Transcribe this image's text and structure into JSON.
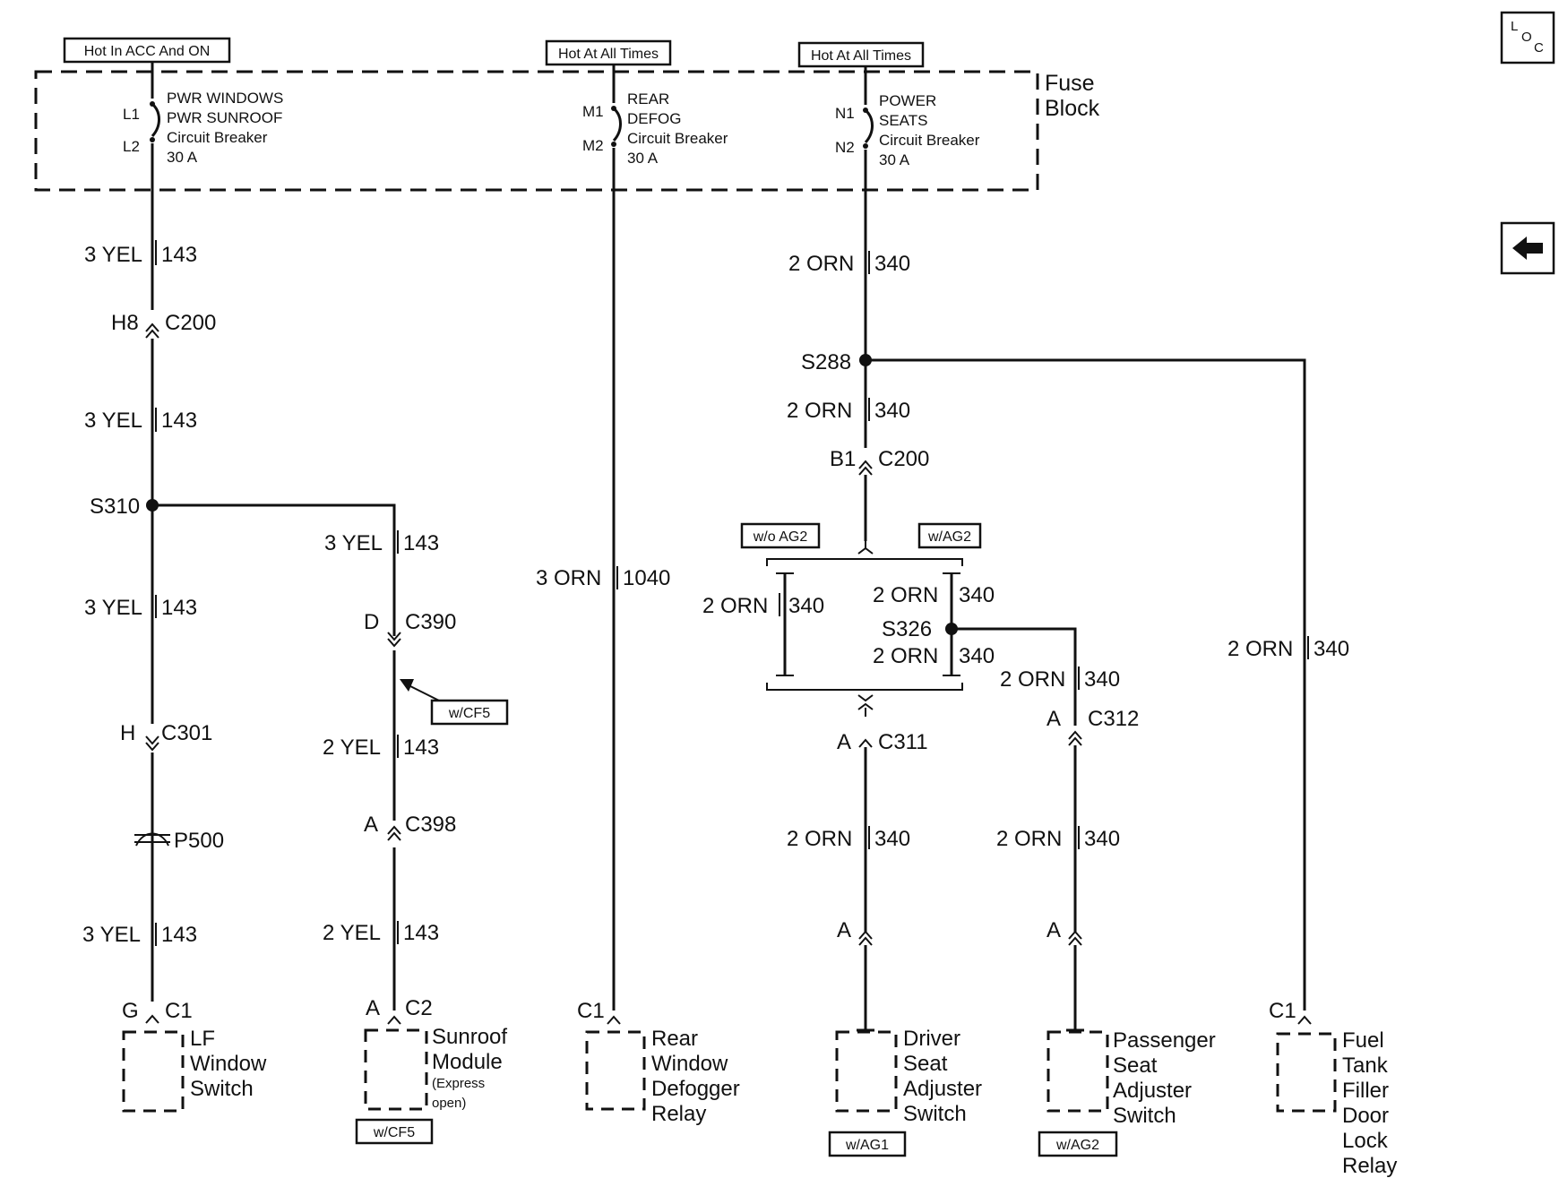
{
  "supply_labels": {
    "acc_on": "Hot In ACC And ON",
    "hot_1": "Hot At All Times",
    "hot_2": "Hot At All Times"
  },
  "fuse_block": {
    "title_1": "Fuse",
    "title_2": "Block",
    "breakers": [
      {
        "pin_top": "L1",
        "pin_bottom": "L2",
        "lines": [
          "PWR WINDOWS",
          "PWR SUNROOF",
          "Circuit Breaker",
          "30 A"
        ]
      },
      {
        "pin_top": "M1",
        "pin_bottom": "M2",
        "lines": [
          "REAR",
          "DEFOG",
          "Circuit Breaker",
          "30 A"
        ]
      },
      {
        "pin_top": "N1",
        "pin_bottom": "N2",
        "lines": [
          "POWER",
          "SEATS",
          "Circuit Breaker",
          "30 A"
        ]
      }
    ]
  },
  "nav_icons": {
    "loc_l": "L",
    "loc_o": "O",
    "loc_c": "C"
  },
  "wires": {
    "yel_3": "3 YEL",
    "yel_2": "2 YEL",
    "c143": "143",
    "orn_3": "3 ORN",
    "c1040": "1040",
    "orn_2": "2 ORN",
    "c340": "340"
  },
  "connectors": {
    "h8": "H8",
    "c200": "C200",
    "s310": "S310",
    "d": "D",
    "c390": "C390",
    "h": "H",
    "c301": "C301",
    "p500": "P500",
    "a": "A",
    "c398": "C398",
    "g": "G",
    "c1": "C1",
    "c2": "C2",
    "s288": "S288",
    "b1": "B1",
    "s326": "S326",
    "c311": "C311",
    "c312": "C312"
  },
  "options": {
    "wcf5": "w/CF5",
    "wo_ag2": "w/o AG2",
    "w_ag2": "w/AG2",
    "w_ag1": "w/AG1"
  },
  "components": {
    "lf_window": [
      "LF",
      "Window",
      "Switch"
    ],
    "sunroof": [
      "Sunroof",
      "Module"
    ],
    "sunroof_note": [
      "(Express",
      "open)"
    ],
    "rear_defog": [
      "Rear",
      "Window",
      "Defogger",
      "Relay"
    ],
    "driver_seat": [
      "Driver",
      "Seat",
      "Adjuster",
      "Switch"
    ],
    "passenger_seat": [
      "Passenger",
      "Seat",
      "Adjuster",
      "Switch"
    ],
    "fuel_door": [
      "Fuel",
      "Tank",
      "Filler",
      "Door",
      "Lock",
      "Relay"
    ]
  }
}
